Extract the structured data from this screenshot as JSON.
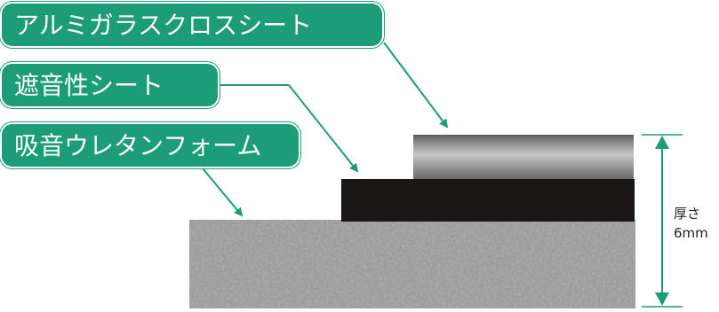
{
  "labels": {
    "aluminum_glass_cloth_sheet": "アルミガラスクロスシート",
    "sound_insulation_sheet": "遮音性シート",
    "sound_absorbing_urethane_foam": "吸音ウレタンフォーム"
  },
  "dimension": {
    "label": "厚さ",
    "value": "6mm"
  },
  "colors": {
    "label_background": "#1c9c77",
    "label_text": "#ffffff",
    "leader_line": "#1c9c77",
    "dimension_arrow": "#1c9c77",
    "foil_layer": "#9a9a9a",
    "sheet_layer": "#1b1717",
    "foam_layer": "#9a9a9a"
  }
}
